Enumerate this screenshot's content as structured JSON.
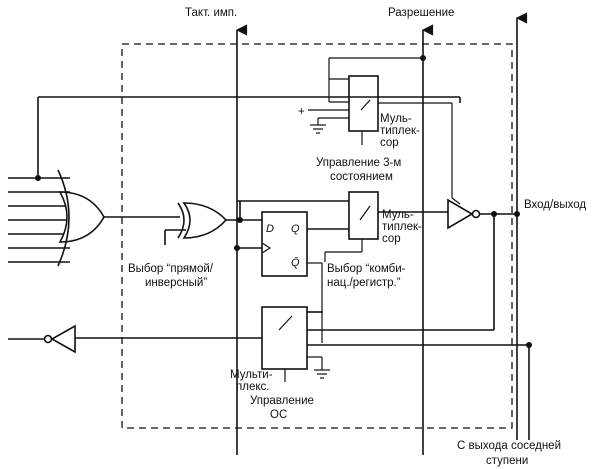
{
  "labels": {
    "clock": "Такт. имп.",
    "enable": "Разрешение",
    "io": "Вход/выход",
    "from_next": [
      "С выхода соседней",
      "ступени"
    ],
    "mux_top": [
      "Муль-",
      "типлек-",
      "сор"
    ],
    "tri_ctrl": [
      "Управление 3-м",
      "состоянием"
    ],
    "mux_mid": [
      "Муль-",
      "типлек-",
      "сор"
    ],
    "sel_polarity": [
      "Выбор “прямой/",
      "инверсный”"
    ],
    "sel_mode": [
      "Выбор “комби-",
      "нац./регистр.”"
    ],
    "mux_fb": [
      "Мульти-",
      "плекс."
    ],
    "fb_ctrl": [
      "Управление",
      "ОС"
    ],
    "plus": "+",
    "ff_d": "D",
    "ff_q": "Q",
    "ff_qn": "Q̄"
  }
}
